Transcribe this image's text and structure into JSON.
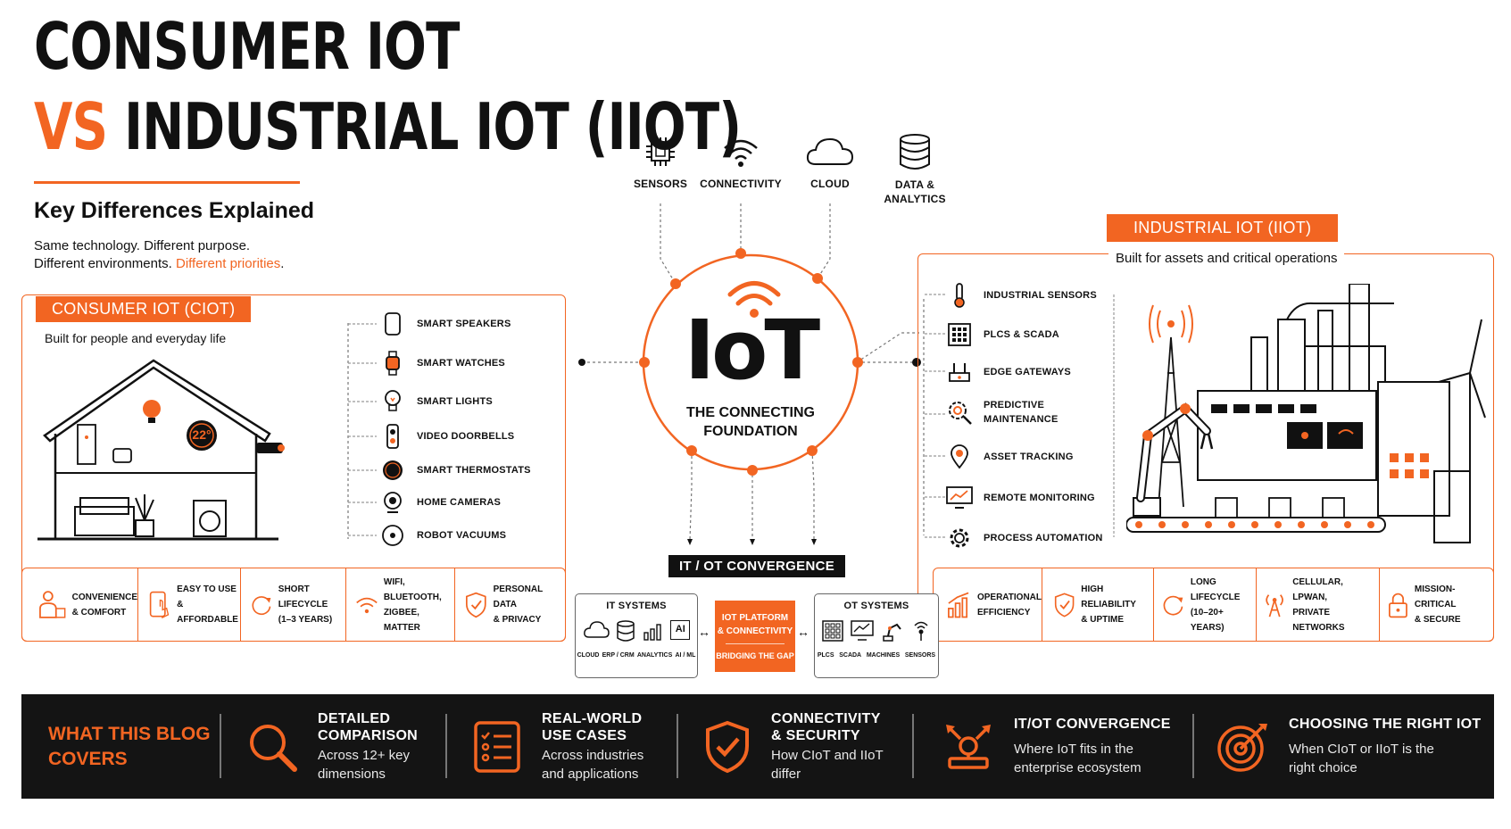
{
  "header": {
    "title_line1": "CONSUMER IOT",
    "title_vs": "VS",
    "title_line2": "INDUSTRIAL IOT (IIOT)",
    "subtitle": "Key Differences Explained",
    "tagline_line1": "Same technology. Different purpose.",
    "tagline_line2_a": "Different environments.",
    "tagline_line2_b": "Different priorities",
    "tagline_line2_c": "."
  },
  "top_icons": [
    {
      "label": "SENSORS",
      "icon": "chip-icon"
    },
    {
      "label": "CONNECTIVITY",
      "icon": "wifi-icon"
    },
    {
      "label": "CLOUD",
      "icon": "cloud-icon"
    },
    {
      "label": "DATA &",
      "label2": "ANALYTICS",
      "icon": "database-icon"
    }
  ],
  "center": {
    "big": "IoT",
    "line1": "THE CONNECTING",
    "line2": "FOUNDATION"
  },
  "consumer": {
    "pill": "CONSUMER IOT (CIOT)",
    "caption": "Built for people and everyday life",
    "thermostat_temp": "22°",
    "items": [
      "SMART SPEAKERS",
      "SMART WATCHES",
      "SMART LIGHTS",
      "VIDEO DOORBELLS",
      "SMART THERMOSTATS",
      "HOME CAMERAS",
      "ROBOT VACUUMS"
    ],
    "features": [
      {
        "l1": "CONVENIENCE",
        "l2": "& COMFORT"
      },
      {
        "l1": "EASY TO USE",
        "l2": "& AFFORDABLE"
      },
      {
        "l1": "SHORT LIFECYCLE",
        "l2": "(1–3 YEARS)"
      },
      {
        "l1": "WIFI, BLUETOOTH,",
        "l2": "ZIGBEE, MATTER"
      },
      {
        "l1": "PERSONAL DATA",
        "l2": "& PRIVACY"
      }
    ]
  },
  "industrial": {
    "pill": "INDUSTRIAL IOT (IIOT)",
    "caption": "Built for assets and critical operations",
    "items": [
      {
        "l1": "INDUSTRIAL SENSORS"
      },
      {
        "l1": "PLCS & SCADA"
      },
      {
        "l1": "EDGE GATEWAYS"
      },
      {
        "l1": "PREDICTIVE",
        "l2": "MAINTENANCE"
      },
      {
        "l1": "ASSET TRACKING"
      },
      {
        "l1": "REMOTE MONITORING"
      },
      {
        "l1": "PROCESS AUTOMATION"
      }
    ],
    "features": [
      {
        "l1": "OPERATIONAL",
        "l2": "EFFICIENCY"
      },
      {
        "l1": "HIGH RELIABILITY",
        "l2": "& UPTIME"
      },
      {
        "l1": "LONG LIFECYCLE",
        "l2": "(10–20+ YEARS)"
      },
      {
        "l1": "CELLULAR, LPWAN,",
        "l2": "PRIVATE NETWORKS"
      },
      {
        "l1": "MISSION-CRITICAL",
        "l2": "& SECURE"
      }
    ]
  },
  "convergence": {
    "label": "IT / OT CONVERGENCE",
    "it_title": "IT SYSTEMS",
    "it_items": [
      "CLOUD",
      "ERP / CRM",
      "ANALYTICS",
      "AI / ML"
    ],
    "ai_glyph": "AI",
    "platform_l1": "IOT PLATFORM",
    "platform_l2": "& CONNECTIVITY",
    "platform_l3": "BRIDGING THE GAP",
    "ot_title": "OT SYSTEMS",
    "ot_items": [
      "PLCS",
      "SCADA",
      "MACHINES",
      "SENSORS"
    ]
  },
  "footer": {
    "intro_l1": "WHAT THIS BLOG",
    "intro_l2": "COVERS",
    "cells": [
      {
        "h1": "DETAILED",
        "h2": "COMPARISON",
        "d1": "Across 12+ key",
        "d2": "dimensions"
      },
      {
        "h1": "REAL-WORLD",
        "h2": "USE CASES",
        "d1": "Across industries",
        "d2": "and applications"
      },
      {
        "h1": "CONNECTIVITY",
        "h2": "& SECURITY",
        "d1": "How CIoT and IIoT",
        "d2": "differ"
      },
      {
        "h1": "IT/OT CONVERGENCE",
        "d1": "Where IoT fits in the",
        "d2": "enterprise ecosystem"
      },
      {
        "h1": "CHOOSING THE RIGHT IOT",
        "d1": "When CIoT or IIoT is the",
        "d2": "right choice"
      }
    ]
  },
  "colors": {
    "accent": "#f26522",
    "dark": "#141414"
  }
}
